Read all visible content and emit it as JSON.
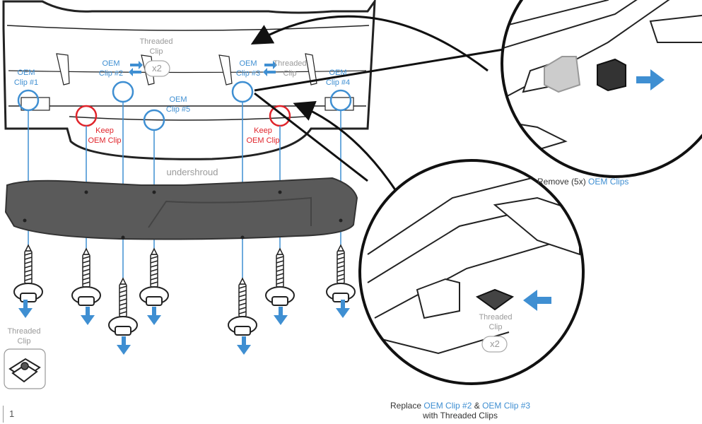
{
  "labels": {
    "oem_clip_1": [
      "OEM",
      "Clip #1"
    ],
    "oem_clip_2": [
      "OEM",
      "Clip #2"
    ],
    "oem_clip_3": [
      "OEM",
      "Clip #3"
    ],
    "oem_clip_4": [
      "OEM",
      "Clip #4"
    ],
    "oem_clip_5": [
      "OEM",
      "Clip #5"
    ],
    "threaded_clip": [
      "Threaded",
      "Clip"
    ],
    "threaded_clip_qty": "x2",
    "keep_oem_clip": [
      "Keep",
      "OEM Clip"
    ],
    "undershroud": "undershroud"
  },
  "captions": {
    "remove_prefix": "Remove (5x) ",
    "remove_highlight": "OEM Clips",
    "replace_prefix": "Replace ",
    "replace_hl_1": "OEM Clip #2",
    "replace_mid": " & ",
    "replace_hl_2": "OEM Clip #3",
    "replace_line2": "with Threaded Clips"
  },
  "page_number": "1",
  "colors": {
    "accent_blue": "#3f8fd2",
    "keep_red": "#e0242b",
    "line": "#222222",
    "part_dark": "#5a5a5a"
  },
  "icons": [
    "swap-arrows-icon",
    "down-arrow-icon",
    "right-arrow-icon",
    "left-arrow-icon",
    "screw-icon",
    "threaded-clip-icon"
  ]
}
